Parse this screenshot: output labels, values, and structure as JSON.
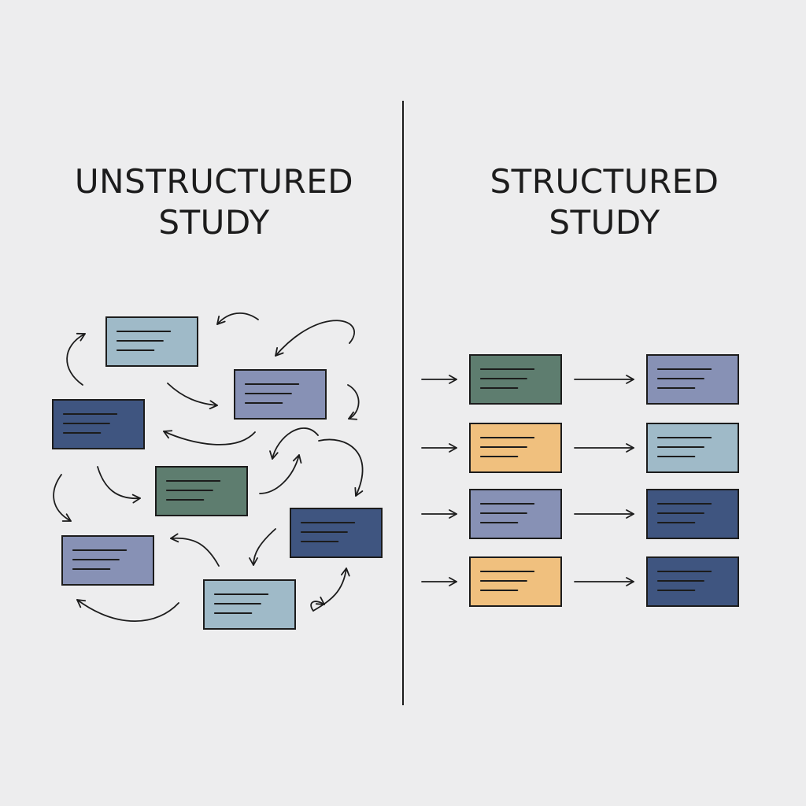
{
  "left_panel": {
    "title_line1": "UNSTRUCTURED",
    "title_line2": "STUDY"
  },
  "right_panel": {
    "title_line1": "STRUCTURED",
    "title_line2": "STUDY"
  },
  "colors": {
    "background": "#ededee",
    "ink": "#1c1c1c",
    "slate_blue": "#8791b5",
    "light_blue": "#9fbac8",
    "dark_navy": "#3f5580",
    "sage_green": "#5e7d6f",
    "orange": "#f0c07e"
  },
  "structured_rows": [
    {
      "first_card_color": "sage_green",
      "second_card_color": "slate_blue"
    },
    {
      "first_card_color": "orange",
      "second_card_color": "light_blue"
    },
    {
      "first_card_color": "slate_blue",
      "second_card_color": "dark_navy"
    },
    {
      "first_card_color": "orange",
      "second_card_color": "dark_navy"
    }
  ],
  "unstructured_cards": [
    {
      "color": "light_blue"
    },
    {
      "color": "slate_blue"
    },
    {
      "color": "dark_navy"
    },
    {
      "color": "sage_green"
    },
    {
      "color": "dark_navy"
    },
    {
      "color": "slate_blue"
    },
    {
      "color": "light_blue"
    }
  ]
}
